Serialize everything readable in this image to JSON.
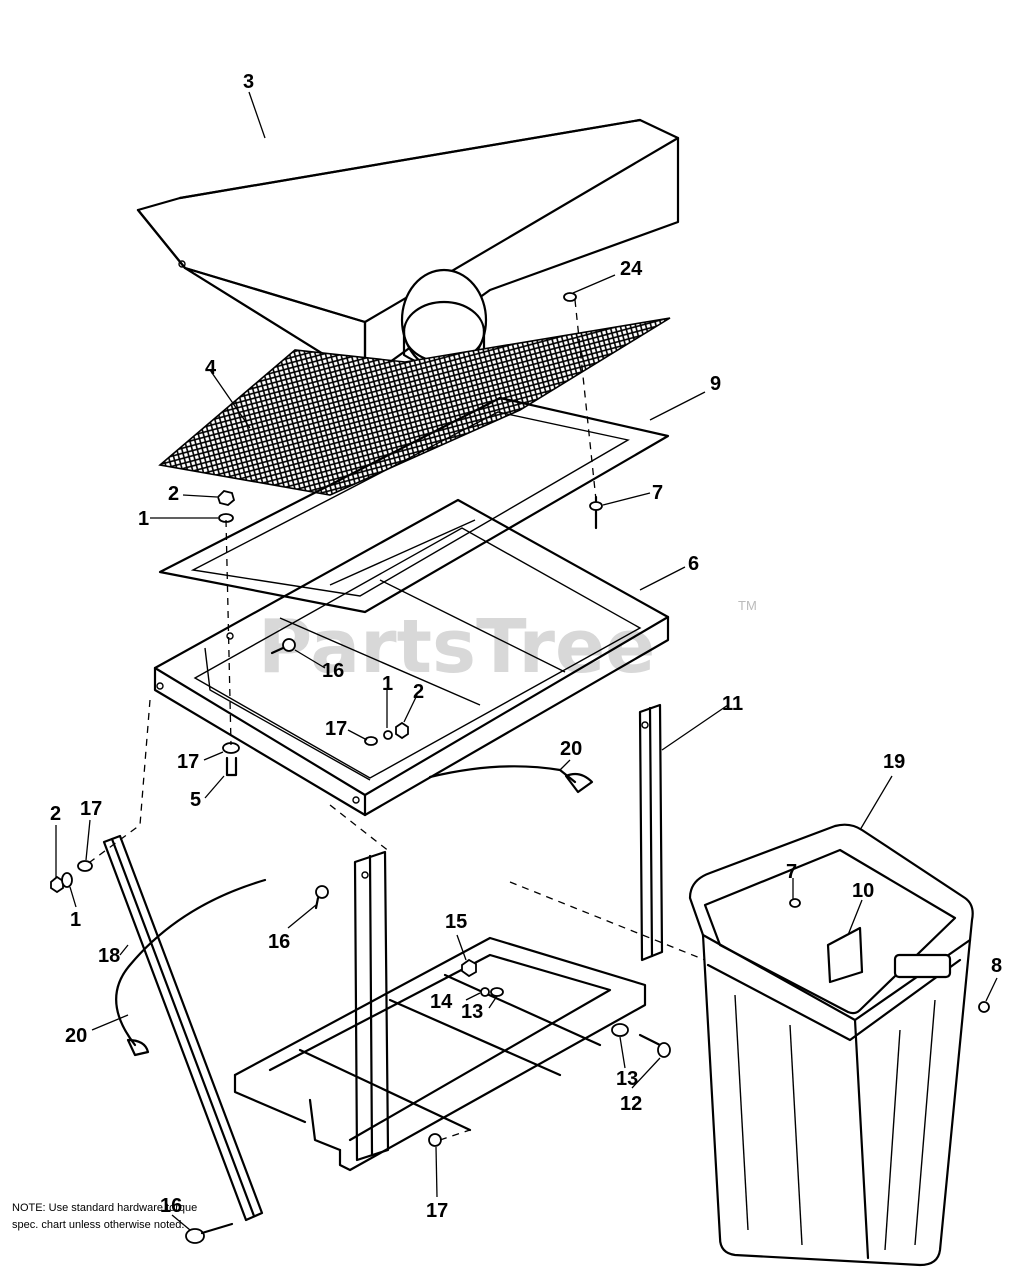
{
  "watermark": {
    "text": "PartsTree",
    "mark": "TM"
  },
  "note": "NOTE: Use standard hardware torque spec. chart unless otherwise noted.",
  "callouts": {
    "c3": "3",
    "c24": "24",
    "c4": "4",
    "c9": "9",
    "c2a": "2",
    "c1a": "1",
    "c7a": "7",
    "c6": "6",
    "c16a": "16",
    "c1b": "1",
    "c2b": "2",
    "c17a": "17",
    "c17b": "17",
    "c5": "5",
    "c11": "11",
    "c20a": "20",
    "c19": "19",
    "c2c": "2",
    "c17c": "17",
    "c1c": "1",
    "c7b": "7",
    "c10": "10",
    "c8": "8",
    "c16b": "16",
    "c18": "18",
    "c15": "15",
    "c14": "14",
    "c13a": "13",
    "c20b": "20",
    "c13b": "13",
    "c12": "12",
    "c17d": "17",
    "c16c": "16"
  }
}
